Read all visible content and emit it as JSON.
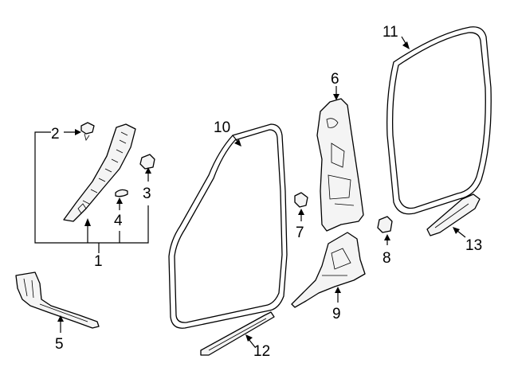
{
  "callouts": [
    {
      "part": "clip",
      "label": "2"
    },
    {
      "part": "upper-trim-assembly",
      "label": "1"
    },
    {
      "part": "retainer",
      "label": "3"
    },
    {
      "part": "clip-small",
      "label": "4"
    },
    {
      "part": "scuff-plate-front",
      "label": "5"
    },
    {
      "part": "center-pillar-upper-trim",
      "label": "6"
    },
    {
      "part": "clip-square",
      "label": "7"
    },
    {
      "part": "retainer-rear",
      "label": "8"
    },
    {
      "part": "center-pillar-lower-trim",
      "label": "9"
    },
    {
      "part": "front-door-weatherstrip",
      "label": "10"
    },
    {
      "part": "rear-door-weatherstrip",
      "label": "11"
    },
    {
      "part": "scuff-plate-rear",
      "label": "12"
    },
    {
      "part": "rear-scuff-trim",
      "label": "13"
    }
  ]
}
